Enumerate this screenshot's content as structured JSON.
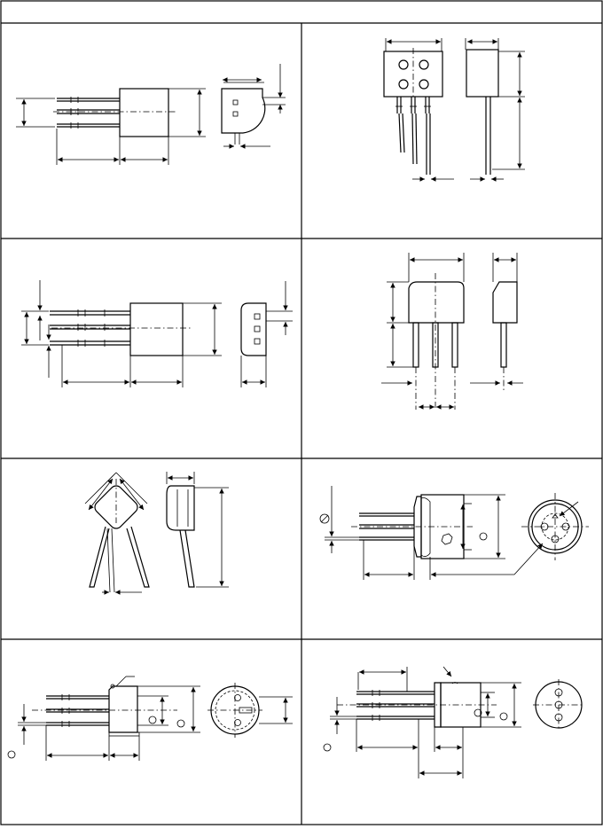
{
  "header": {
    "title": ""
  },
  "panels": [
    {
      "name": "package-outline-1",
      "label": ""
    },
    {
      "name": "package-outline-2",
      "label": ""
    },
    {
      "name": "package-outline-3",
      "label": ""
    },
    {
      "name": "package-outline-4",
      "label": ""
    },
    {
      "name": "package-outline-5",
      "label": ""
    },
    {
      "name": "package-outline-6",
      "label": ""
    },
    {
      "name": "package-outline-7",
      "label": ""
    },
    {
      "name": "package-outline-8",
      "label": ""
    }
  ],
  "colors": {
    "line": "#000000",
    "background": "#ffffff"
  }
}
